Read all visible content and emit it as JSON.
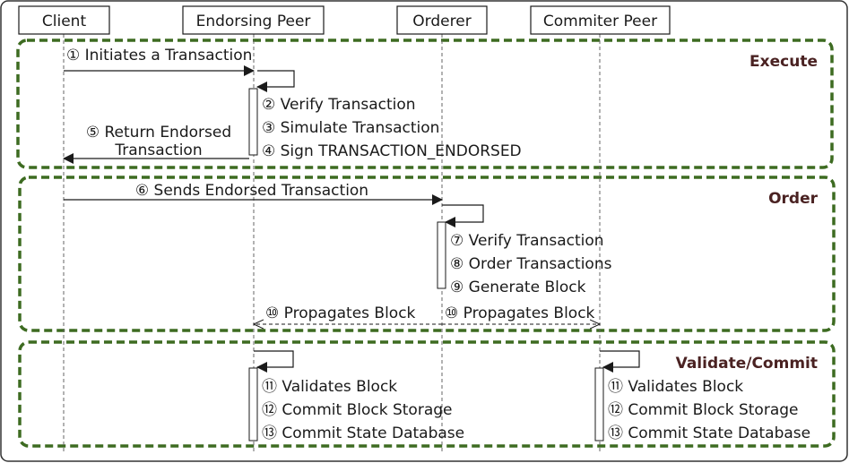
{
  "participants": {
    "client": "Client",
    "endorsing_peer": "Endorsing Peer",
    "orderer": "Orderer",
    "committer_peer": "Commiter Peer"
  },
  "phases": {
    "execute": "Execute",
    "order": "Order",
    "validate_commit": "Validate/Commit"
  },
  "messages": {
    "initiates_transaction": "① Initiates a Transaction",
    "verify_transaction": "② Verify Transaction",
    "simulate_transaction": "③ Simulate Transaction",
    "sign_transaction": "④ Sign TRANSACTION_ENDORSED",
    "return_endorsed_line1": "⑤ Return Endorsed",
    "return_endorsed_line2": "Transaction",
    "sends_endorsed_transaction": "⑥ Sends Endorsed Transaction",
    "orderer_verify": "⑦ Verify Transaction",
    "order_transactions": "⑧ Order Transactions",
    "generate_block": "⑨ Generate Block",
    "propagates_block_left": "⑩  Propagates Block",
    "propagates_block_right": "⑩ Propagates Block",
    "peer_validates_block": "⑪ Validates Block",
    "peer_commit_block_storage": "⑫ Commit Block Storage",
    "peer_commit_state_db": "⑬ Commit State Database",
    "committer_validates_block": "⑪ Validates Block",
    "committer_commit_block_storage": "⑫ Commit Block Storage",
    "committer_commit_state_db": "⑬ Commit State Database"
  },
  "colors": {
    "phase_border": "#3d6b21",
    "phase_title": "#4a2222",
    "lines": "#1a1a1a"
  }
}
